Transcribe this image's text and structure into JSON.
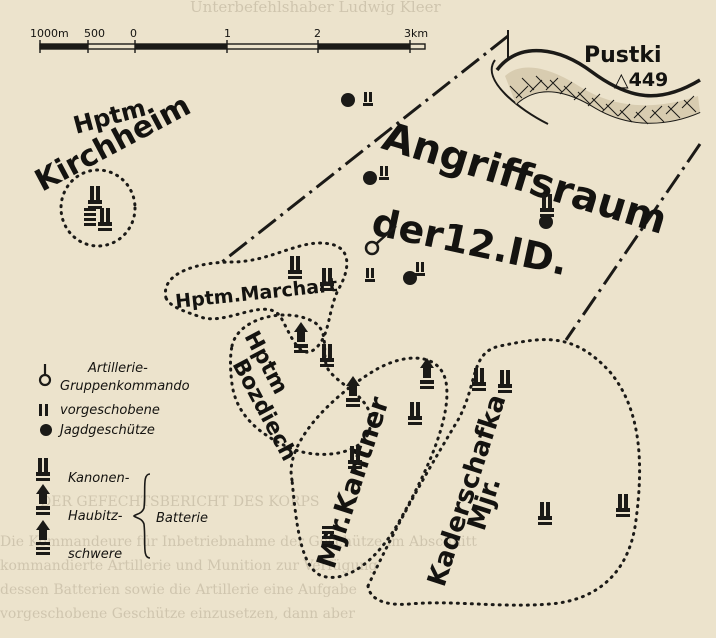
{
  "scale": {
    "ticks": [
      "1000m",
      "500",
      "0",
      "1",
      "2",
      "3km"
    ]
  },
  "terrain": {
    "place": "Pustki",
    "elevation": "△449"
  },
  "labels": {
    "attack_zone_1": "Angriffsraum",
    "attack_zone_2": "der12.ID.",
    "kirchheim_rank": "Hptm",
    "kirchheim_name": "Kirchheim",
    "marchart": "Hptm.Marchart",
    "bozdiech_rank": "Hptm",
    "bozdiech_name": "Bozdiech",
    "kantner": "Mjr.Kantner",
    "kaderschafka_rank": "Mjr.",
    "kaderschafka_name": "Kaderschafka"
  },
  "legend": {
    "artillery_line1": "Artillerie-",
    "artillery_line2": "Gruppenkommando",
    "forward_line1": "vorgeschobene",
    "forward_line2": "Jagdgeschütze",
    "kanonen": "Kanonen-",
    "haubitz": "Haubitz-",
    "schwere": "schwere",
    "batterie": "Batterie"
  },
  "background_text": {
    "top_heading": "Unterbefehlshaber Ludwig Kleer",
    "mid_heading": "DER GEFECHTSBERICHT DES KORPS",
    "bottom_1": "Die Kommandeure für Inbetriebnahme der Geschütze im Abschnitt",
    "bottom_2": "kommandierte Artillerie und Munition zur Verfügung",
    "bottom_3": "dessen Batterien sowie die Artillerie eine Aufgabe",
    "bottom_4": "vorgeschobene Geschütze einzusetzen, dann aber"
  },
  "colors": {
    "paper": "#ece3cc",
    "ink": "#1b1a17",
    "bleed": "#b9ae97"
  }
}
